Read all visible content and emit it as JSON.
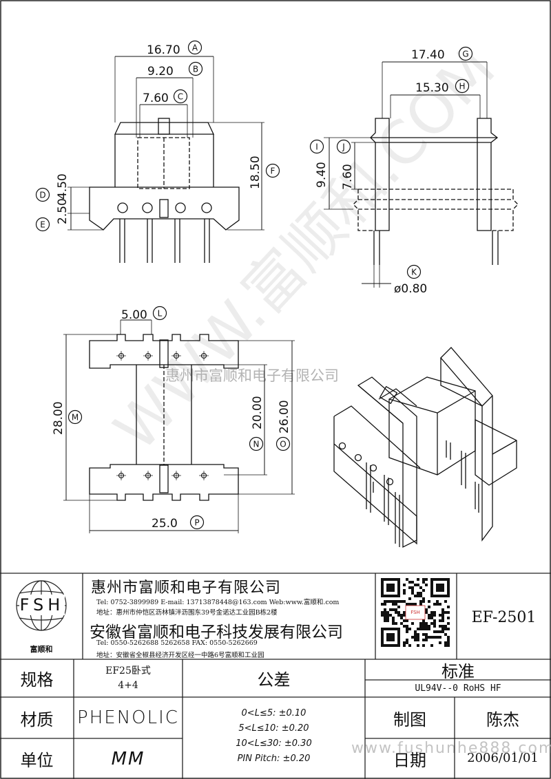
{
  "dimensions": {
    "A": "16.70",
    "B": "9.20",
    "C": "7.60",
    "D": "4.50",
    "E": "2.50",
    "F": "18.50",
    "G": "17.40",
    "H": "15.30",
    "I": "9.40",
    "J": "7.60",
    "K": "ø0.80",
    "L": "5.00",
    "M": "28.00",
    "N": "20.00",
    "O": "26.00",
    "P": "25.0"
  },
  "balloons": [
    "A",
    "B",
    "C",
    "D",
    "E",
    "F",
    "G",
    "H",
    "I",
    "J",
    "K",
    "L",
    "M",
    "N",
    "O",
    "P"
  ],
  "watermarks": {
    "diagonal": "WWW.富顺和.COM",
    "center": "惠州市富顺和电子有限公司",
    "bottom": "www.fushunhe888.com"
  },
  "title_block": {
    "logo_text": "FSH",
    "logo_caption": "富顺和",
    "company1": "惠州市富顺和电子有限公司",
    "company1_contact": "Tel:  0752-3899989   E-mail: 13713878448@163.com   Web:www.富顺和.com",
    "company1_address": "地址：惠州市仲恺区沥林镇泮沥围东39号金诺达工业园B栋2楼",
    "company2": "安徽省富顺和电子科技发展有限公司",
    "company2_contact": "Tel:   0550-5262688  5262658        FAX:  0550-5262669",
    "company2_address": "地址：安徽省全椒县经济开发区经一中路6号富顺和工业园",
    "part_number": "EF-2501",
    "spec_label": "规格",
    "spec_value_1": "EF25卧式",
    "spec_value_2": "4+4",
    "tolerance_label": "公差",
    "standard_label": "标准",
    "standard_value": "UL94V--0  RoHS HF",
    "material_label": "材质",
    "material_value": "PHENOLIC",
    "unit_label": "单位",
    "unit_value": "MM",
    "tolerances": [
      "0<L≤5: ±0.10",
      "5<L≤10: ±0.20",
      "10<L≤30: ±0.30",
      "PIN Pitch: ±0.20"
    ],
    "drawn_label": "制图",
    "drawn_value": "陈杰",
    "date_label": "日期",
    "date_value": "2006/01/01"
  }
}
